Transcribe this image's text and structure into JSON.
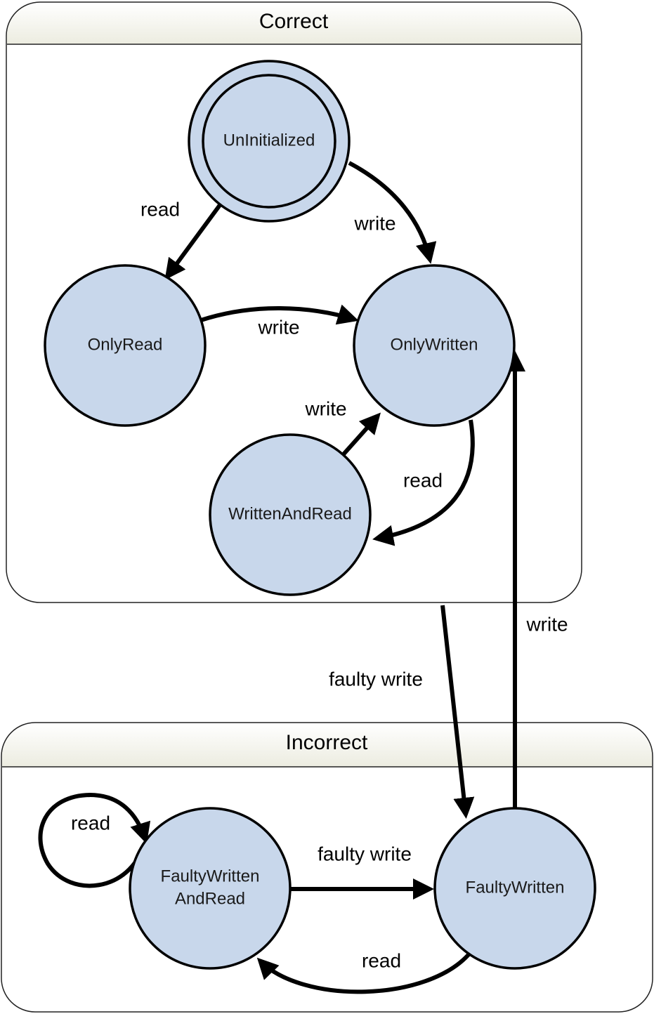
{
  "regions": {
    "correct": {
      "title": "Correct"
    },
    "incorrect": {
      "title": "Incorrect"
    }
  },
  "states": {
    "uninitialized": "UnInitialized",
    "only_read": "OnlyRead",
    "only_written": "OnlyWritten",
    "written_and_read": "WrittenAndRead",
    "faulty_written_and_read_line1": "FaultyWritten",
    "faulty_written_and_read_line2": "AndRead",
    "faulty_written": "FaultyWritten"
  },
  "transitions": {
    "uninit_to_onlyread": "read",
    "uninit_to_onlywritten": "write",
    "onlyread_to_onlywritten": "write",
    "writtenandread_to_onlywritten": "write",
    "onlywritten_to_writtenandread": "read",
    "correct_to_faultywritten": "faulty write",
    "faultywritten_to_onlywritten": "write",
    "faultywrittenandread_self": "read",
    "faultywrittenandread_to_faultywritten": "faulty write",
    "faultywritten_to_faultywrittenandread": "read"
  },
  "colors": {
    "state_fill": "#c8d7eb",
    "header_top": "#ffffff",
    "header_bottom": "#ecece0"
  }
}
